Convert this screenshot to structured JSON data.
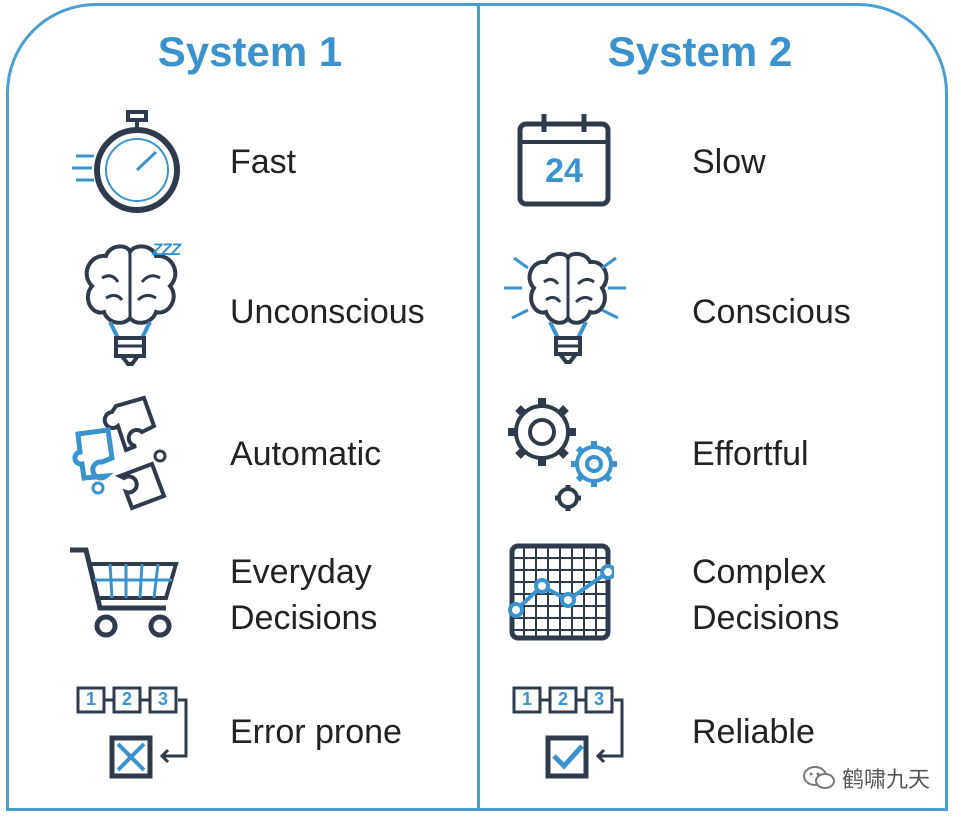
{
  "system1": {
    "title": "System 1",
    "rows": [
      {
        "label": "Fast",
        "icon": "stopwatch-icon"
      },
      {
        "label": "Unconscious",
        "icon": "sleeping-brain-bulb-icon"
      },
      {
        "label": "Automatic",
        "icon": "puzzle-pieces-icon"
      },
      {
        "label_line1": "Everyday",
        "label_line2": "Decisions",
        "icon": "shopping-cart-icon"
      },
      {
        "label": "Error prone",
        "icon": "steps-cross-checkbox-icon"
      }
    ]
  },
  "system2": {
    "title": "System 2",
    "rows": [
      {
        "label": "Slow",
        "icon": "calendar-24-icon",
        "calendar_number": "24"
      },
      {
        "label": "Conscious",
        "icon": "bright-brain-bulb-icon"
      },
      {
        "label": "Effortful",
        "icon": "gears-icon"
      },
      {
        "label_line1": "Complex",
        "label_line2": "Decisions",
        "icon": "graph-chart-icon"
      },
      {
        "label": "Reliable",
        "icon": "steps-checked-checkbox-icon"
      }
    ]
  },
  "steps": [
    "1",
    "2",
    "3"
  ],
  "sleep_text": "ZZZ",
  "watermark": "鹤啸九天",
  "colors": {
    "accent": "#3a93cc",
    "frame": "#4a9fd1",
    "ink": "#2f3b4a",
    "text": "#222222"
  }
}
